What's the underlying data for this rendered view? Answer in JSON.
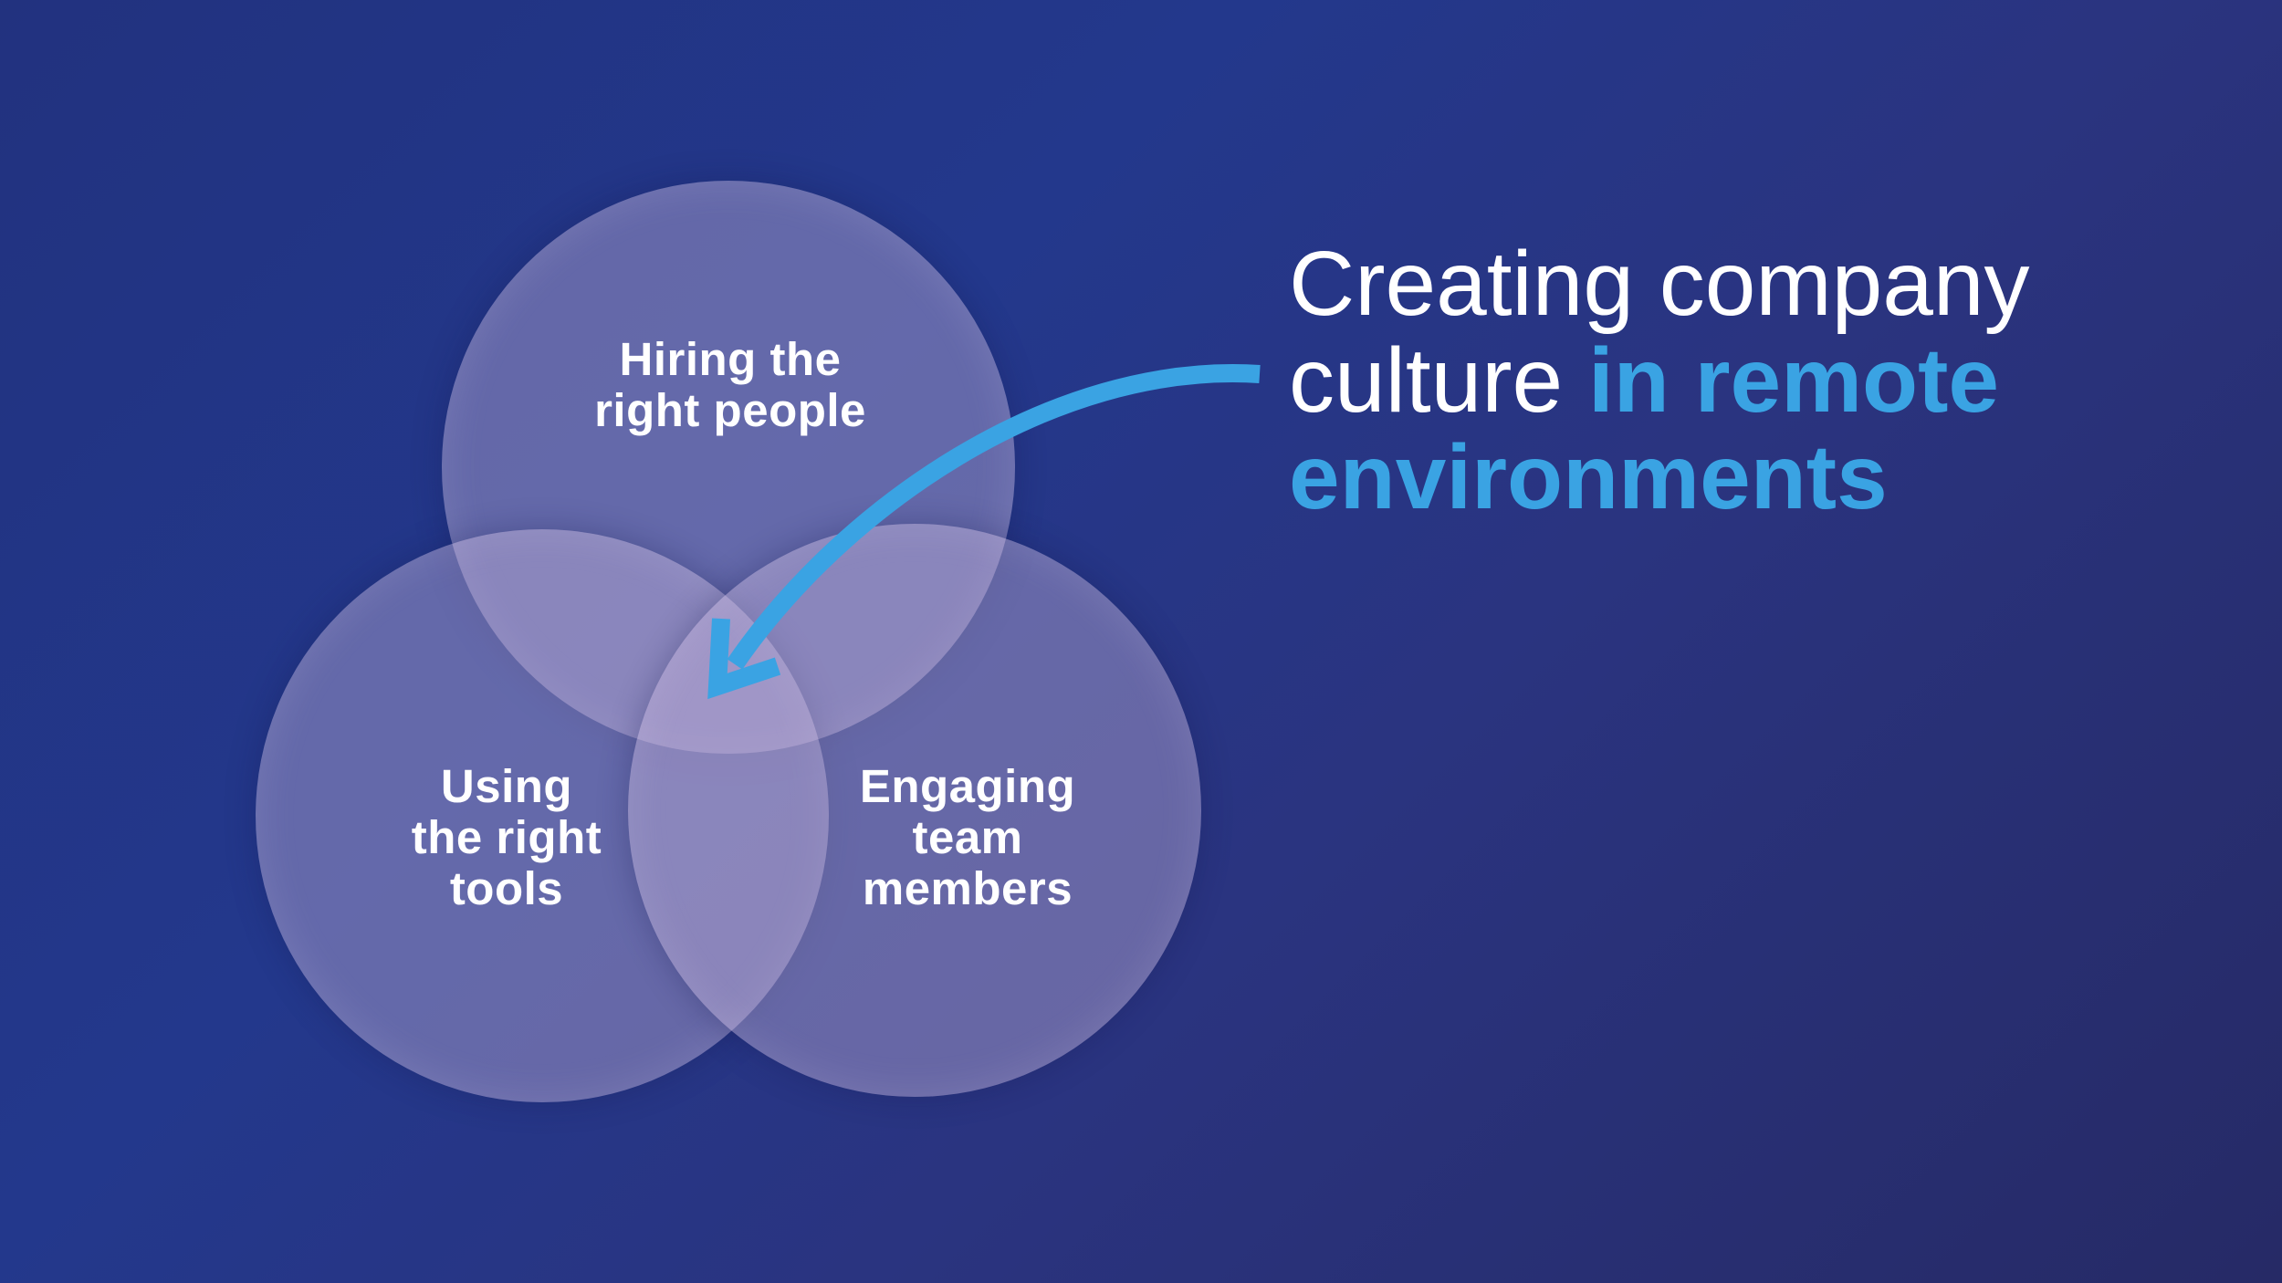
{
  "headline": {
    "line1": "Creating company",
    "line2_plain": "culture",
    "line2_accent": "in remote",
    "line3_accent": "environments"
  },
  "venn": {
    "top_label": [
      "Hiring the",
      "right people"
    ],
    "left_label": [
      "Using",
      "the right",
      "tools"
    ],
    "right_label": [
      "Engaging",
      "team",
      "members"
    ]
  },
  "colors": {
    "background": "#23388c",
    "accent": "#3aa3e3",
    "circle_fill": "rgba(190,175,215,0.42)",
    "text": "#ffffff"
  }
}
